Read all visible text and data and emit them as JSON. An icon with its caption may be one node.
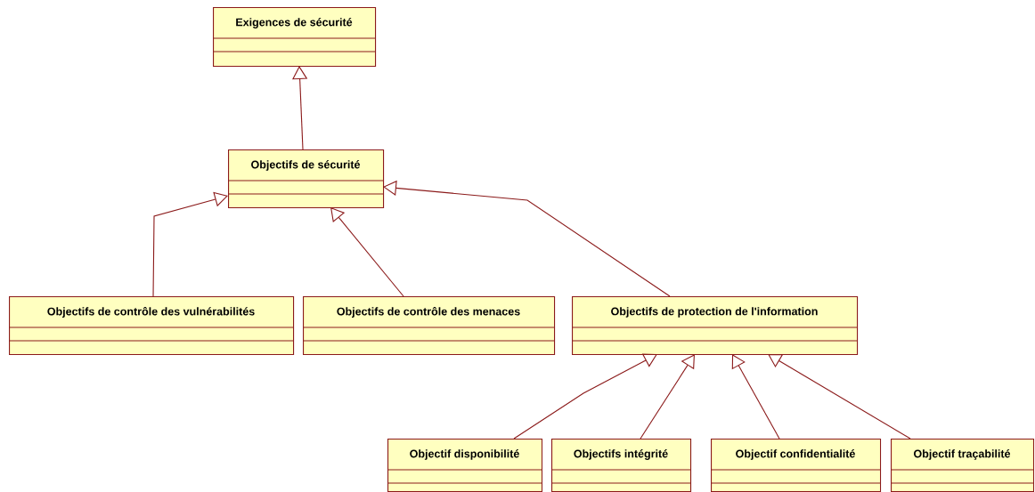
{
  "diagram": {
    "nodes": [
      {
        "text": [
          "Exigences de sécurité"
        ]
      },
      {
        "text": [
          "Objectifs de sécurité"
        ]
      },
      {
        "text": [
          "Objectifs de contrôle des vulnérabilités"
        ]
      },
      {
        "text": [
          "Objectifs de contrôle des menaces"
        ]
      },
      {
        "text": [
          "Objectifs de protection de l'information"
        ]
      },
      {
        "text": [
          "Objectif disponibilité"
        ]
      },
      {
        "text": [
          "Objectifs intégrité"
        ]
      },
      {
        "text": [
          "Objectif confidentialité"
        ]
      },
      {
        "text": [
          "Objectif traçabilité"
        ]
      }
    ],
    "edges": [
      {
        "from": 1,
        "to": 0,
        "arrow": "to"
      },
      {
        "from": 2,
        "to": 1,
        "arrow": "to"
      },
      {
        "from": 3,
        "to": 1,
        "arrow": "to"
      },
      {
        "from": 4,
        "to": 1,
        "arrow": "to"
      },
      {
        "from": 5,
        "to": 4,
        "arrow": "to"
      },
      {
        "from": 6,
        "to": 4,
        "arrow": "to"
      },
      {
        "from": 7,
        "to": 4,
        "arrow": "to"
      },
      {
        "from": 8,
        "to": 4,
        "arrow": "to"
      }
    ]
  }
}
